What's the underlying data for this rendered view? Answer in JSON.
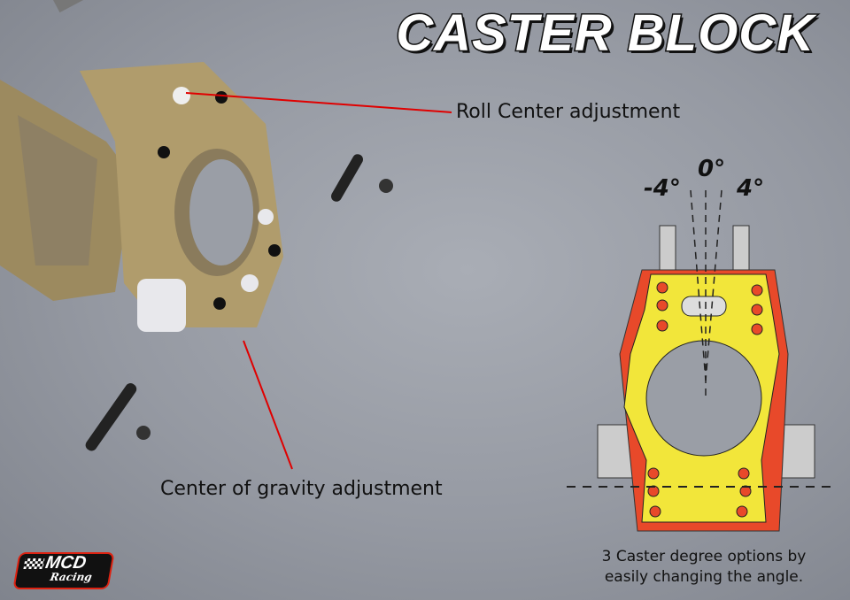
{
  "title": "CASTER BLOCK",
  "labels": {
    "roll_center": "Roll Center adjustment",
    "center_of_gravity": "Center of gravity adjustment"
  },
  "diagram": {
    "angles": [
      "-4°",
      "0°",
      "4°"
    ],
    "note_line1": "3 Caster degree options by",
    "note_line2": "easily changing the angle."
  },
  "logo": {
    "brand": "MCD",
    "sub": "Racing"
  },
  "colors": {
    "accent_line": "#e00000",
    "diagram_yellow": "#f2e63a",
    "diagram_red": "#e8492a",
    "part_gold": "#a89468"
  }
}
